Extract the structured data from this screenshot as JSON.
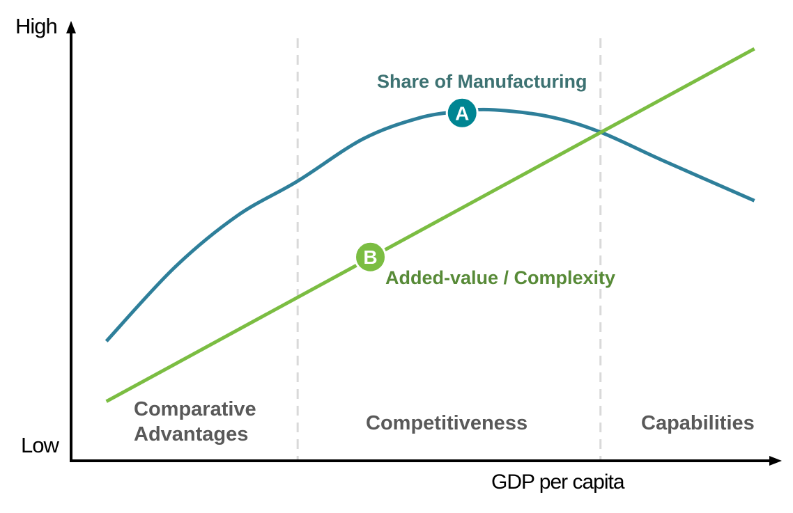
{
  "chart_data": {
    "type": "line",
    "title": "",
    "xlabel": "GDP per capita",
    "ylabel": "",
    "y_ticks": {
      "high": "High",
      "low": "Low"
    },
    "xlim": [
      0,
      100
    ],
    "ylim": [
      0,
      100
    ],
    "grid": false,
    "dividers": [
      32.1,
      75.0
    ],
    "regions": [
      {
        "label_line1": "Comparative",
        "label_line2": "Advantages"
      },
      {
        "label_line1": "Competitiveness"
      },
      {
        "label_line1": "Capabilities"
      }
    ],
    "series": [
      {
        "name": "Share of Manufacturing",
        "color": "#2e7f9a",
        "label_color": "#3d7272",
        "x": [
          5.0,
          14.6,
          23.5,
          32.1,
          41.3,
          49.2,
          55.3,
          60.0,
          67.9,
          75.0,
          83.7,
          96.8
        ],
        "y": [
          27.4,
          44.2,
          56.1,
          64.1,
          73.7,
          78.5,
          80.1,
          80.4,
          78.8,
          75.3,
          68.9,
          59.6
        ],
        "marker": {
          "label": "A",
          "x": 55.4,
          "y": 79.7,
          "color": "#008592"
        }
      },
      {
        "name": "Added-value / Complexity",
        "color": "#7bbd42",
        "label_color": "#578a37",
        "x": [
          5.0,
          96.8
        ],
        "y": [
          13.6,
          94.4
        ],
        "marker": {
          "label": "B",
          "x": 42.4,
          "y": 46.7,
          "color": "#7bbd42"
        }
      }
    ]
  }
}
